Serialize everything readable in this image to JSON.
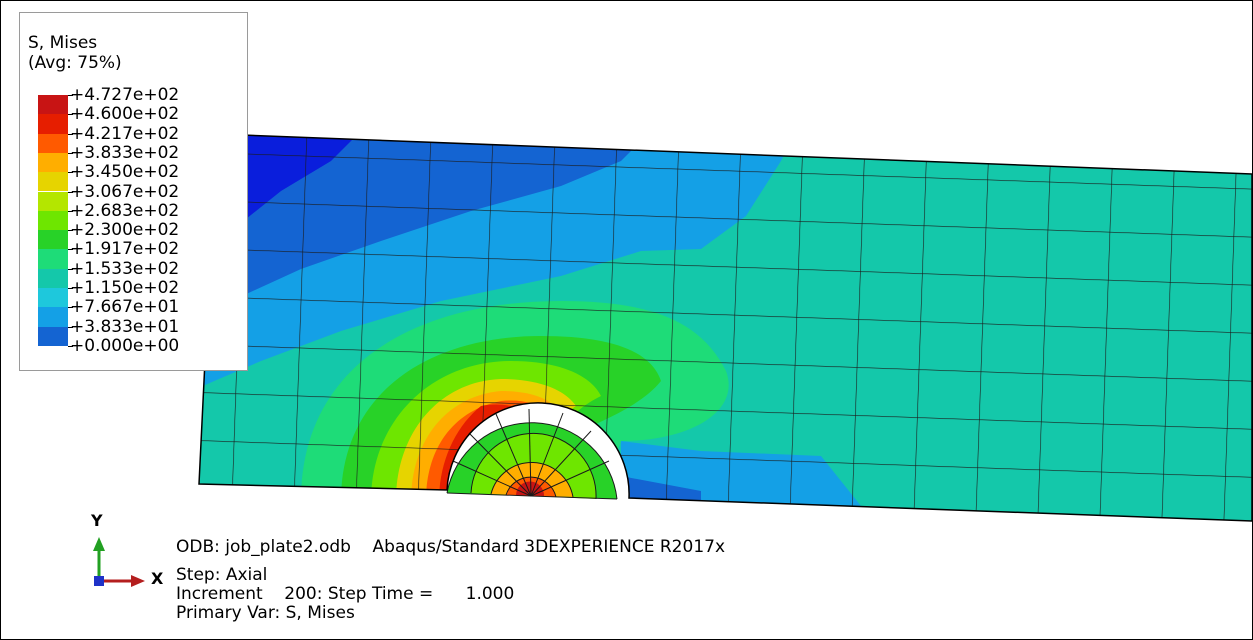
{
  "legend": {
    "title": "S, Mises",
    "subtitle": "(Avg: 75%)",
    "values": [
      "+4.727e+02",
      "+4.600e+02",
      "+4.217e+02",
      "+3.833e+02",
      "+3.450e+02",
      "+3.067e+02",
      "+2.683e+02",
      "+2.300e+02",
      "+1.917e+02",
      "+1.533e+02",
      "+1.150e+02",
      "+7.667e+01",
      "+3.833e+01",
      "+0.000e+00"
    ],
    "colors": [
      "#c81414",
      "#e61e00",
      "#ff5a00",
      "#ffae00",
      "#e6d400",
      "#b4e600",
      "#6ee600",
      "#28d228",
      "#1edc78",
      "#14c8aa",
      "#1ec8dc",
      "#14a0e6",
      "#1464d2",
      "#0a1edc"
    ]
  },
  "info": {
    "line1": "ODB: job_plate2.odb    Abaqus/Standard 3DEXPERIENCE R2017x",
    "line2": "Step: Axial",
    "line3": "Increment    200: Step Time =      1.000",
    "line4": "Primary Var: S, Mises"
  },
  "triad": {
    "y_label": "Y",
    "x_label": "X"
  }
}
